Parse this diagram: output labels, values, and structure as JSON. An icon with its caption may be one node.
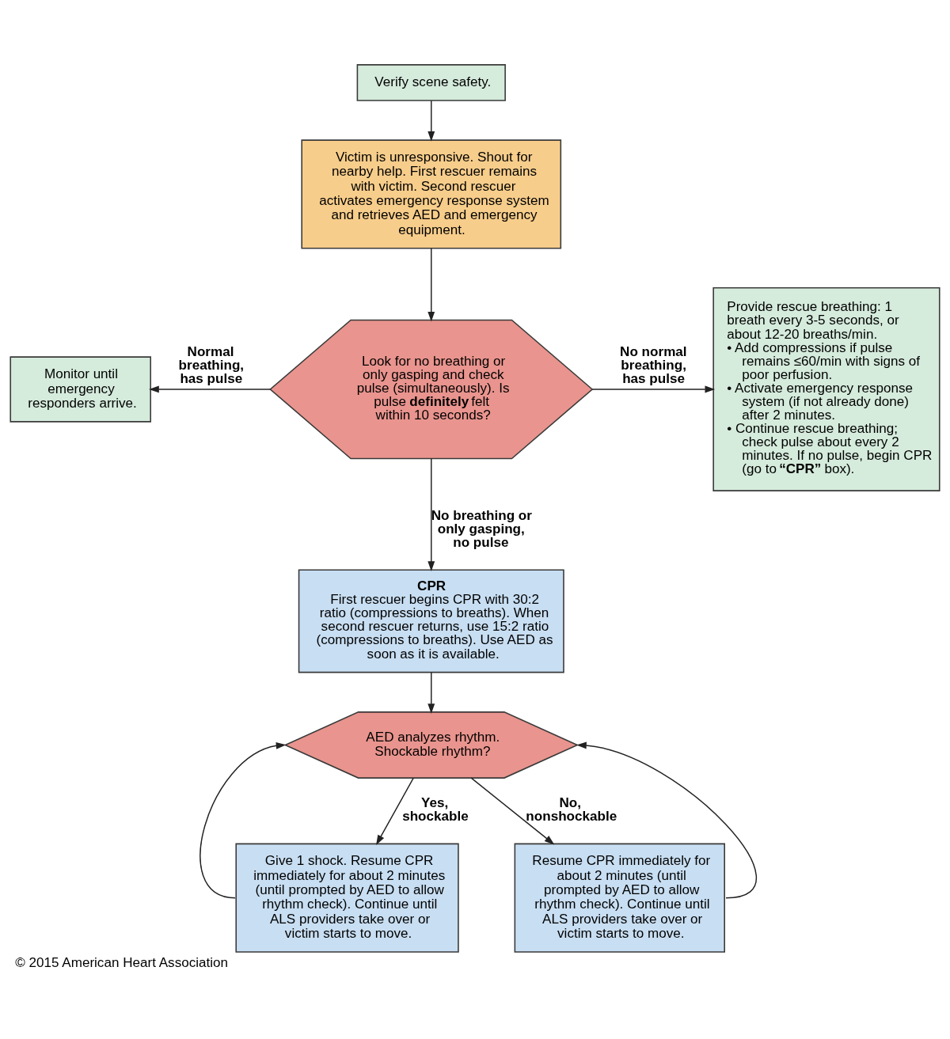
{
  "diagram": {
    "caption": "© 2015 American Heart Association",
    "nodes": [
      {
        "text": [
          "Verify scene safety."
        ]
      },
      {
        "text": [
          "Victim is unresponsive. Shout for nearby help. First rescuer remains with victim. Second rescuer activates emergency response system and retrieves AED and emergency equipment."
        ]
      },
      {
        "text": [
          "Look for no breathing or only gasping and check pulse (simultaneously). Is pulse **definitely** felt within 10 seconds?"
        ]
      },
      {
        "text": [
          "Monitor until emergency responders arrive."
        ]
      },
      {
        "text": [
          "Provide rescue breathing: 1 breath every 3-5 seconds, or about 12-20 breaths/min.",
          "• Add compressions if pulse remains ≤60/min with signs of poor perfusion.",
          "• Activate emergency response system (if not already done) after 2 minutes.",
          "• Continue rescue breathing; check pulse about every 2 minutes. If no pulse, begin CPR (go to **“CPR”** box)."
        ]
      },
      {
        "text": [
          "CPR",
          "First rescuer begins CPR with 30:2 ratio (compressions to breaths). When second rescuer returns, use 15:2 ratio (compressions to breaths). Use AED as soon as it is available."
        ]
      },
      {
        "text": [
          "AED analyzes rhythm. Shockable rhythm?"
        ]
      },
      {
        "text": [
          "Give 1 shock. Resume CPR immediately for about 2 minutes (until prompted by AED to allow rhythm check). Continue until ALS providers take over or victim starts to move."
        ]
      },
      {
        "text": [
          "Resume CPR immediately for about 2 minutes (until prompted by AED to allow rhythm check). Continue until ALS providers take over or victim starts to move."
        ]
      }
    ],
    "edges": [
      {
        "from": 0,
        "to": 1,
        "arrow": "to"
      },
      {
        "from": 1,
        "to": 2,
        "arrow": "to"
      },
      {
        "from": 2,
        "to": 3,
        "arrow": "to",
        "label": "Normal breathing, has pulse"
      },
      {
        "from": 2,
        "to": 4,
        "arrow": "to",
        "label": "No normal breathing, has pulse"
      },
      {
        "from": 2,
        "to": 5,
        "arrow": "to",
        "label": "No breathing or only gasping, no pulse"
      },
      {
        "from": 5,
        "to": 6,
        "arrow": "to"
      },
      {
        "from": 6,
        "to": 7,
        "arrow": "to",
        "label": "Yes, shockable"
      },
      {
        "from": 6,
        "to": 8,
        "arrow": "to",
        "label": "No, nonshockable"
      },
      {
        "from": 7,
        "to": 6,
        "arrow": "to"
      },
      {
        "from": 8,
        "to": 6,
        "arrow": "to"
      }
    ]
  }
}
